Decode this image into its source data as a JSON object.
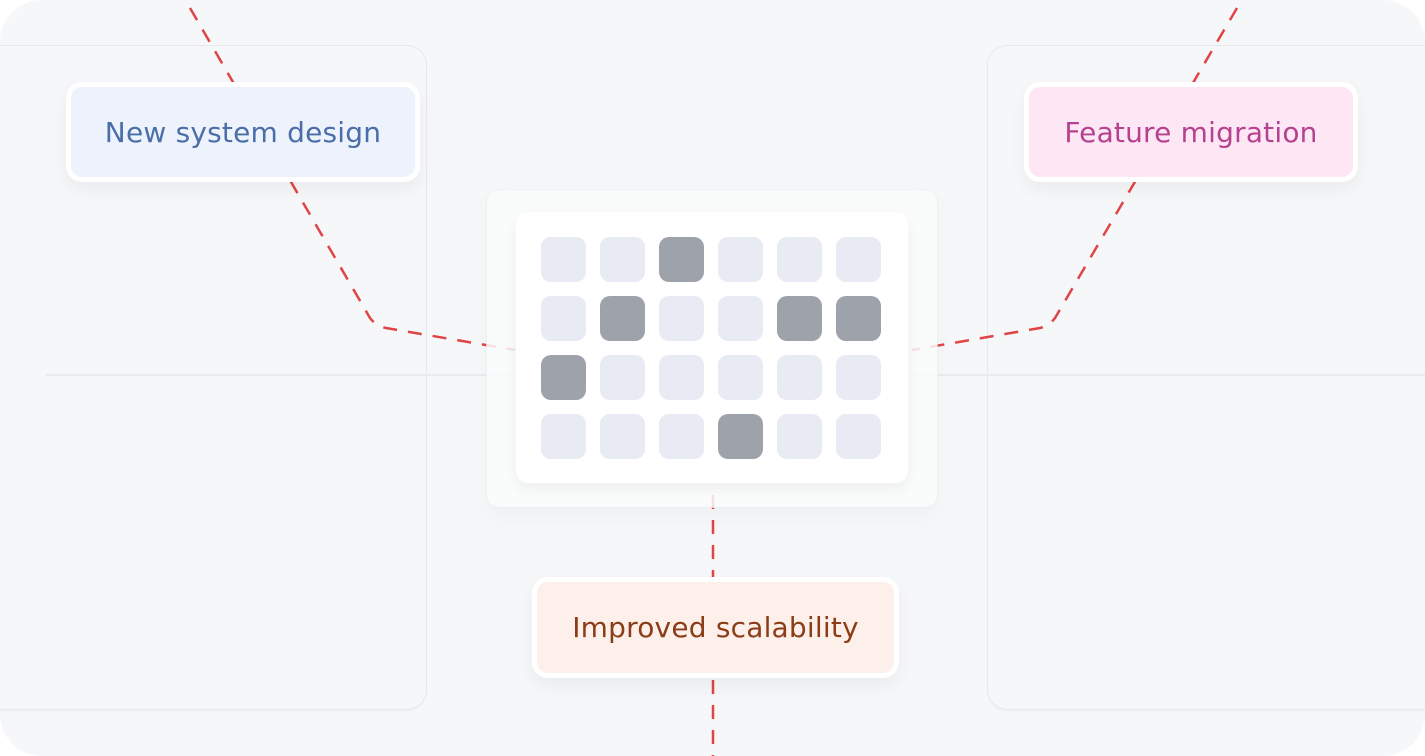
{
  "diagram": {
    "labels": {
      "left": "New system design",
      "right": "Feature migration",
      "bottom": "Improved scalability"
    },
    "colors": {
      "background": "#f6f7f9",
      "connector": "#e04444",
      "tile_light": "#e8eaf4",
      "tile_dark": "#9ea2ab",
      "left_pill_bg": "#eef2fd",
      "left_pill_text": "#4a6fa8",
      "right_pill_bg": "#fde7f4",
      "right_pill_text": "#b8418f",
      "bottom_pill_bg": "#fdf0ea",
      "bottom_pill_text": "#8b3d18"
    },
    "grid": {
      "rows": 4,
      "cols": 6,
      "cells": [
        [
          0,
          0,
          1,
          0,
          0,
          0
        ],
        [
          0,
          1,
          0,
          0,
          1,
          1
        ],
        [
          1,
          0,
          0,
          0,
          0,
          0
        ],
        [
          0,
          0,
          0,
          1,
          0,
          0
        ]
      ]
    }
  }
}
